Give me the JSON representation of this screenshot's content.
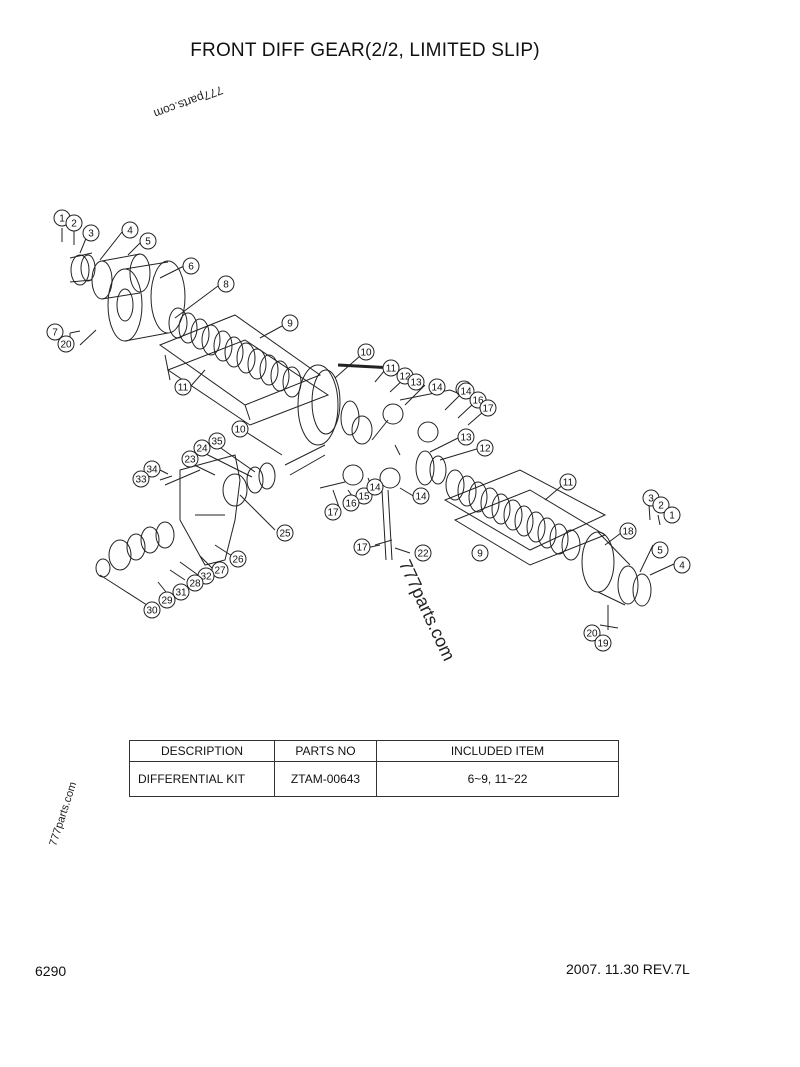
{
  "document": {
    "title": "FRONT DIFF GEAR(2/2, LIMITED SLIP)",
    "page_number": "6290",
    "revision": "2007. 11.30  REV.7L"
  },
  "watermarks": [
    "777parts.com",
    "777parts.com",
    "777parts.com"
  ],
  "diagram": {
    "callouts": [
      {
        "label": "1"
      },
      {
        "label": "2"
      },
      {
        "label": "3"
      },
      {
        "label": "4"
      },
      {
        "label": "5"
      },
      {
        "label": "6"
      },
      {
        "label": "8"
      },
      {
        "label": "9"
      },
      {
        "label": "7"
      },
      {
        "label": "20"
      },
      {
        "label": "11"
      },
      {
        "label": "10"
      },
      {
        "label": "11"
      },
      {
        "label": "12"
      },
      {
        "label": "13"
      },
      {
        "label": "14"
      },
      {
        "label": "21"
      },
      {
        "label": "14"
      },
      {
        "label": "16"
      },
      {
        "label": "17"
      },
      {
        "label": "10"
      },
      {
        "label": "35"
      },
      {
        "label": "24"
      },
      {
        "label": "23"
      },
      {
        "label": "34"
      },
      {
        "label": "33"
      },
      {
        "label": "25"
      },
      {
        "label": "26"
      },
      {
        "label": "27"
      },
      {
        "label": "32"
      },
      {
        "label": "28"
      },
      {
        "label": "31"
      },
      {
        "label": "29"
      },
      {
        "label": "30"
      },
      {
        "label": "13"
      },
      {
        "label": "12"
      },
      {
        "label": "14"
      },
      {
        "label": "15"
      },
      {
        "label": "14"
      },
      {
        "label": "16"
      },
      {
        "label": "17"
      },
      {
        "label": "17"
      },
      {
        "label": "22"
      },
      {
        "label": "11"
      },
      {
        "label": "9"
      },
      {
        "label": "18"
      },
      {
        "label": "3"
      },
      {
        "label": "2"
      },
      {
        "label": "1"
      },
      {
        "label": "5"
      },
      {
        "label": "4"
      },
      {
        "label": "20"
      },
      {
        "label": "19"
      }
    ]
  },
  "parts_table": {
    "headers": [
      "DESCRIPTION",
      "PARTS NO",
      "INCLUDED ITEM"
    ],
    "rows": [
      {
        "description": "DIFFERENTIAL KIT",
        "parts_no": "ZTAM-00643",
        "included_item": "6~9, 11~22"
      }
    ]
  }
}
